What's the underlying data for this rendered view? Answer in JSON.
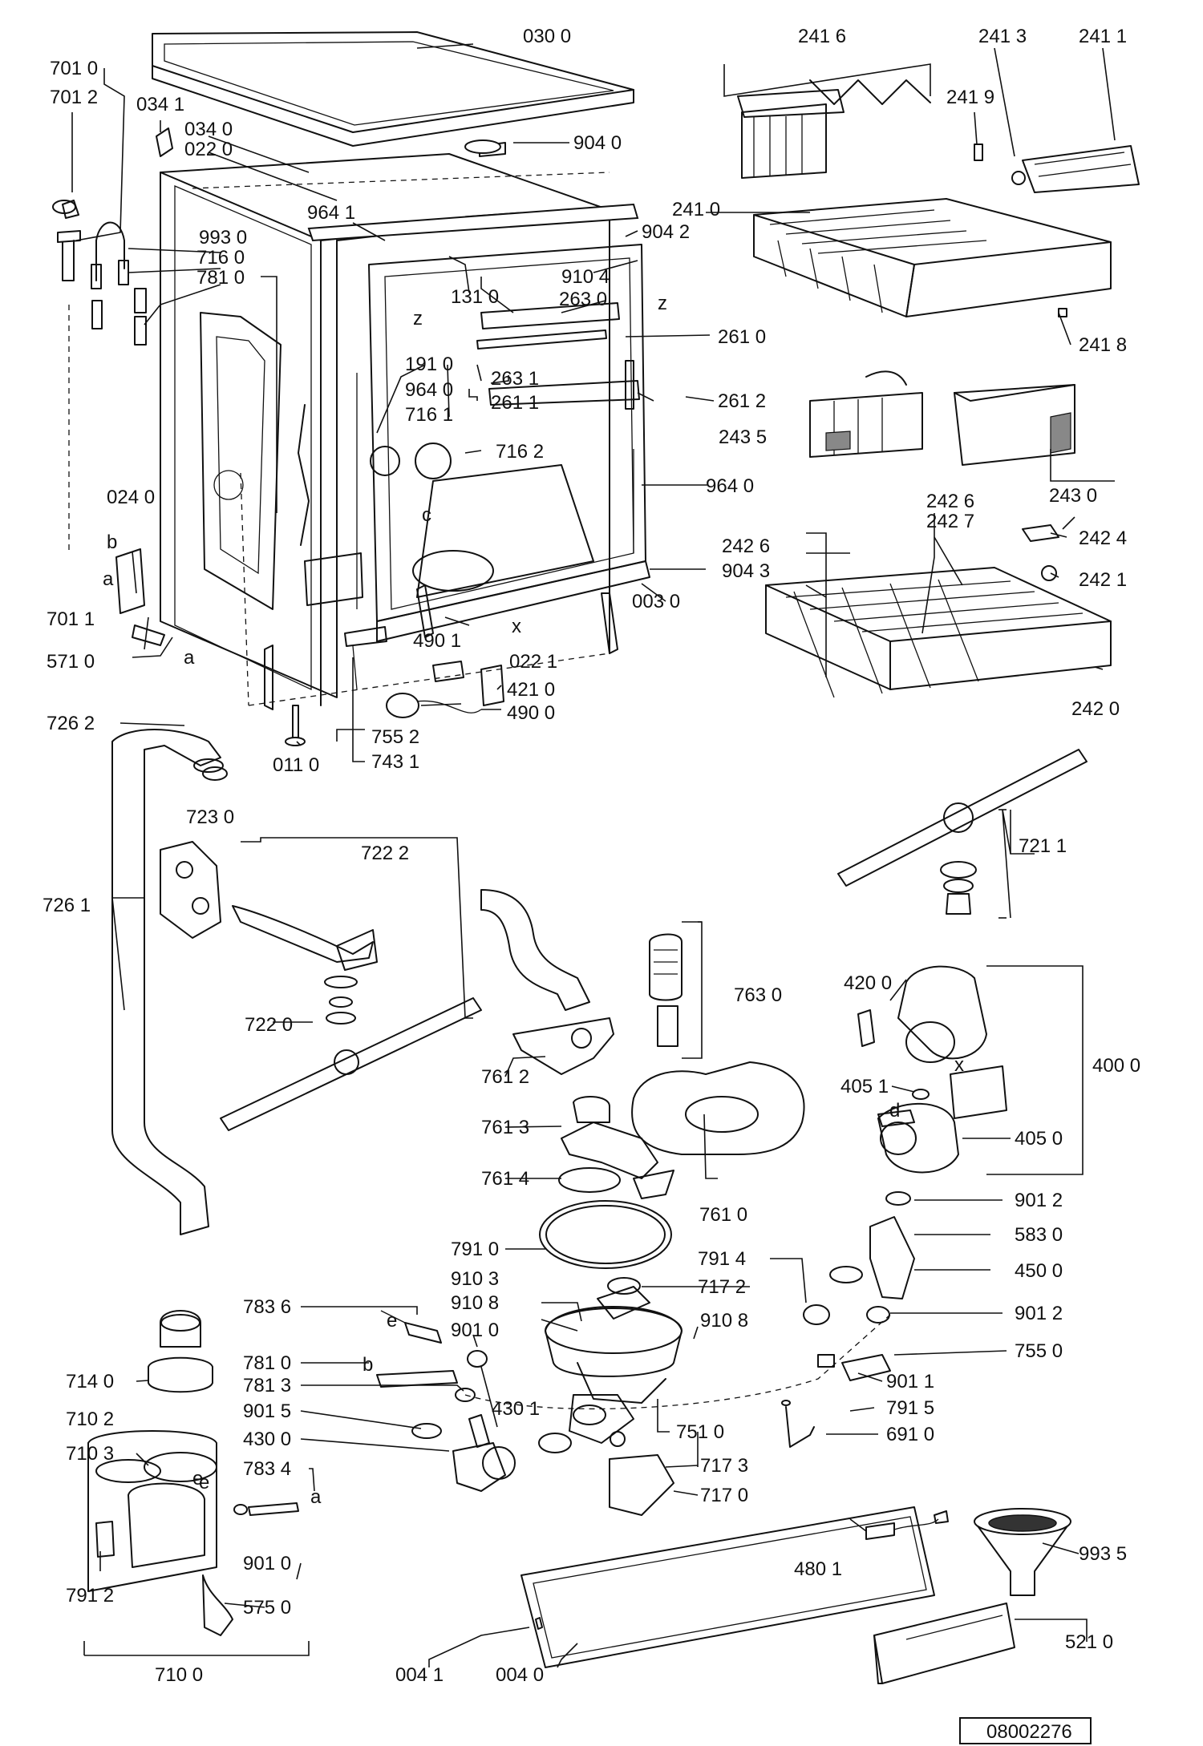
{
  "diagram": {
    "doc_number": "08002276",
    "part_labels": [
      "030 0",
      "241 6",
      "241 3",
      "241 1",
      "701 0",
      "701 2",
      "034 1",
      "034 0",
      "022 0",
      "904 0",
      "241 9",
      "964 1",
      "993 0",
      "904 2",
      "241 0",
      "716 0",
      "781 0",
      "910 4",
      "131 0",
      "263 0",
      "241 8",
      "261 0",
      "263 1",
      "191 0",
      "964 0",
      "261 1",
      "261 2",
      "716 1",
      "243 5",
      "716 2",
      "243 0",
      "964 0",
      "024 0",
      "242 6",
      "242 7",
      "242 4",
      "242 6",
      "904 3",
      "242 1",
      "701 1",
      "003 0",
      "490 1",
      "571 0",
      "022 1",
      "421 0",
      "490 0",
      "242 0",
      "726 2",
      "755 2",
      "011 0",
      "743 1",
      "723 0",
      "722 2",
      "721 1",
      "726 1",
      "763 0",
      "420 0",
      "722 0",
      "400 0",
      "761 2",
      "405 1",
      "405 0",
      "761 3",
      "761 4",
      "761 0",
      "901 2",
      "791 0",
      "583 0",
      "450 0",
      "791 4",
      "910 3",
      "717 2",
      "783 6",
      "910 8",
      "910 8",
      "901 2",
      "901 0",
      "755 0",
      "781 0",
      "714 0",
      "781 3",
      "901 1",
      "791 5",
      "430 1",
      "901 5",
      "751 0",
      "710 2",
      "691 0",
      "430 0",
      "710 3",
      "717 3",
      "783 4",
      "717 0",
      "480 1",
      "993 5",
      "901 0",
      "791 2",
      "575 0",
      "710 0",
      "004 1",
      "004 0",
      "521 0"
    ],
    "callout_letters": [
      "z",
      "z",
      "c",
      "b",
      "a",
      "a",
      "x",
      "x",
      "d",
      "e",
      "b",
      "e",
      "e",
      "a"
    ]
  }
}
